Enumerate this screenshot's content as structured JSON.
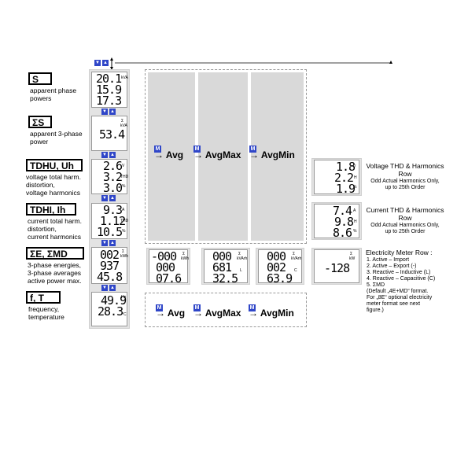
{
  "rows": [
    {
      "label": "S",
      "desc": [
        "apparent phase",
        "powers"
      ]
    },
    {
      "label": "ΣS",
      "desc": [
        "apparent 3-phase",
        "power"
      ]
    },
    {
      "label": "TDHU, Uh",
      "desc": [
        "voltage total harm.",
        "distortion,",
        "voltage harmonics"
      ]
    },
    {
      "label": "TDHI, Ih",
      "desc": [
        "current total harm.",
        "distortion,",
        "current harmonics"
      ]
    },
    {
      "label": "ΣE, ΣMD",
      "desc": [
        "3-phase energies,",
        "3-phase averages",
        "active power max."
      ]
    },
    {
      "label": "f, T",
      "desc": [
        "frequency,",
        "temperature"
      ]
    }
  ],
  "displays": {
    "s": {
      "values": [
        "20.1",
        "15.9",
        "17.3"
      ],
      "unit": "kVA"
    },
    "sum_s": {
      "values": [
        "53.4"
      ],
      "unit1": "Σ",
      "unit2": "kVA"
    },
    "thdu": {
      "values": [
        "2.6",
        "3.2",
        "3.0"
      ],
      "units": [
        "V",
        "THD",
        "%"
      ]
    },
    "thdi": {
      "values": [
        "9.3",
        "1.12",
        "10.5"
      ],
      "units": [
        "A",
        "THD",
        "%"
      ]
    },
    "energy": {
      "values": [
        "002",
        "937",
        "45.8"
      ],
      "units": [
        "Σ",
        "kWh"
      ]
    },
    "energy2": {
      "values": [
        "-000",
        "000",
        "07.6"
      ],
      "units": [
        "Σ",
        "kWh"
      ]
    },
    "energy3": {
      "values": [
        "000",
        "681",
        "32.5"
      ],
      "units": [
        "Σ",
        "kVArh",
        "L"
      ]
    },
    "energy4": {
      "values": [
        "000",
        "002",
        "63.9"
      ],
      "units": [
        "Σ",
        "kVArh",
        "C"
      ]
    },
    "energy5": {
      "values": [
        "-128"
      ],
      "units": [
        "Σ",
        "kW"
      ]
    },
    "ft": {
      "values": [
        "49.9",
        "28.3"
      ],
      "units": [
        "Hz",
        "°C"
      ]
    },
    "harm_u": {
      "values": [
        "1.8",
        "2.2",
        "1.9"
      ],
      "units": [
        "V",
        "H",
        "%"
      ]
    },
    "harm_i": {
      "values": [
        "7.4",
        "9.8",
        "8.6"
      ],
      "units": [
        "A",
        "H",
        "%"
      ]
    }
  },
  "flow_text": {
    "m": "M",
    "arrow": "→",
    "avg": "Avg",
    "avgmax": "AvgMax",
    "avgmin": "AvgMin"
  },
  "notes": {
    "voltage": [
      "Voltage THD & Harmonics",
      "Row"
    ],
    "voltage_sub": [
      "Odd Actual Harmonics Only,",
      "up to 25th Order"
    ],
    "current": [
      "Current THD & Harmonics",
      "Row"
    ],
    "current_sub": [
      "Odd Actual Harmonics Only,",
      "up to 25th Order"
    ],
    "meter_title": "Electricity Meter Row :",
    "meter_list": [
      "1. Active – Import",
      "2. Active – Export (-)",
      "3. Reactive – Inductive (L)",
      "4. Reactive – Capacitive (C)",
      "5. ΣMD",
      "(Default „4E+MD“ format.",
      "For „8E“ optional electricity",
      "meter format see next",
      "figure.)"
    ]
  },
  "nav": {
    "down": "▼",
    "up": "▲"
  }
}
